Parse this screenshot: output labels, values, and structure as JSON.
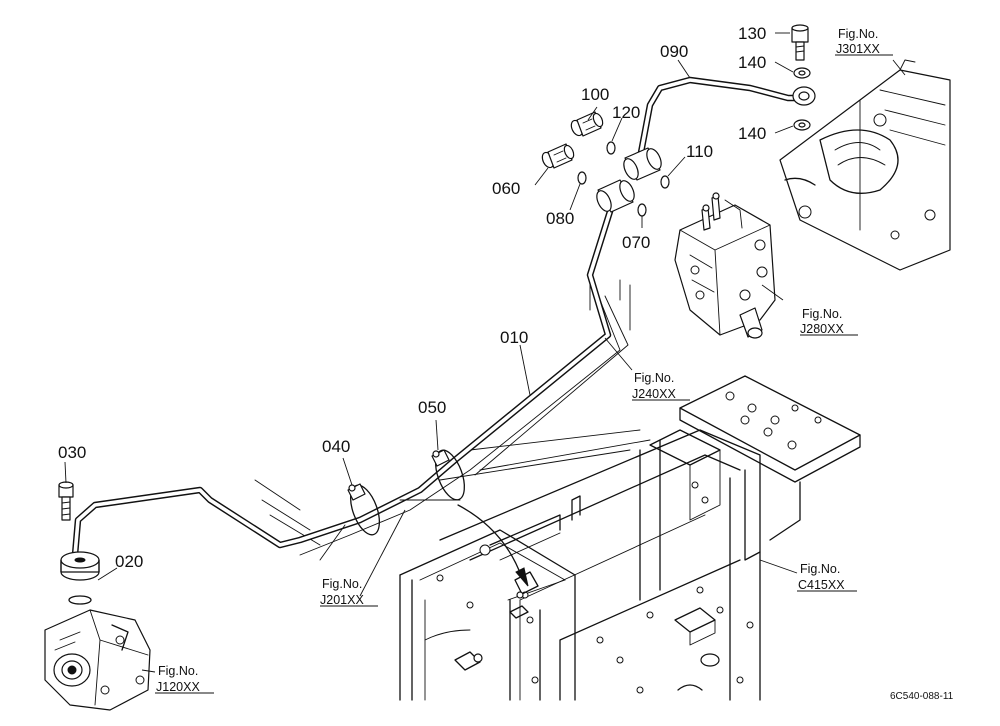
{
  "parts": {
    "p010": "010",
    "p020": "020",
    "p030": "030",
    "p040": "040",
    "p050": "050",
    "p060": "060",
    "p070": "070",
    "p080": "080",
    "p090": "090",
    "p100": "100",
    "p110": "110",
    "p120": "120",
    "p130": "130",
    "p140a": "140",
    "p140b": "140"
  },
  "figure_refs": {
    "j301": {
      "caption": "Fig.No.",
      "code": "J301XX"
    },
    "j280": {
      "caption": "Fig.No.",
      "code": "J280XX"
    },
    "j240": {
      "caption": "Fig.No.",
      "code": "J240XX"
    },
    "j201": {
      "caption": "Fig.No.",
      "code": "J201XX"
    },
    "c415": {
      "caption": "Fig.No.",
      "code": "C415XX"
    },
    "j120": {
      "caption": "Fig.No.",
      "code": "J120XX"
    }
  },
  "drawing_code": "6C540-088-11"
}
